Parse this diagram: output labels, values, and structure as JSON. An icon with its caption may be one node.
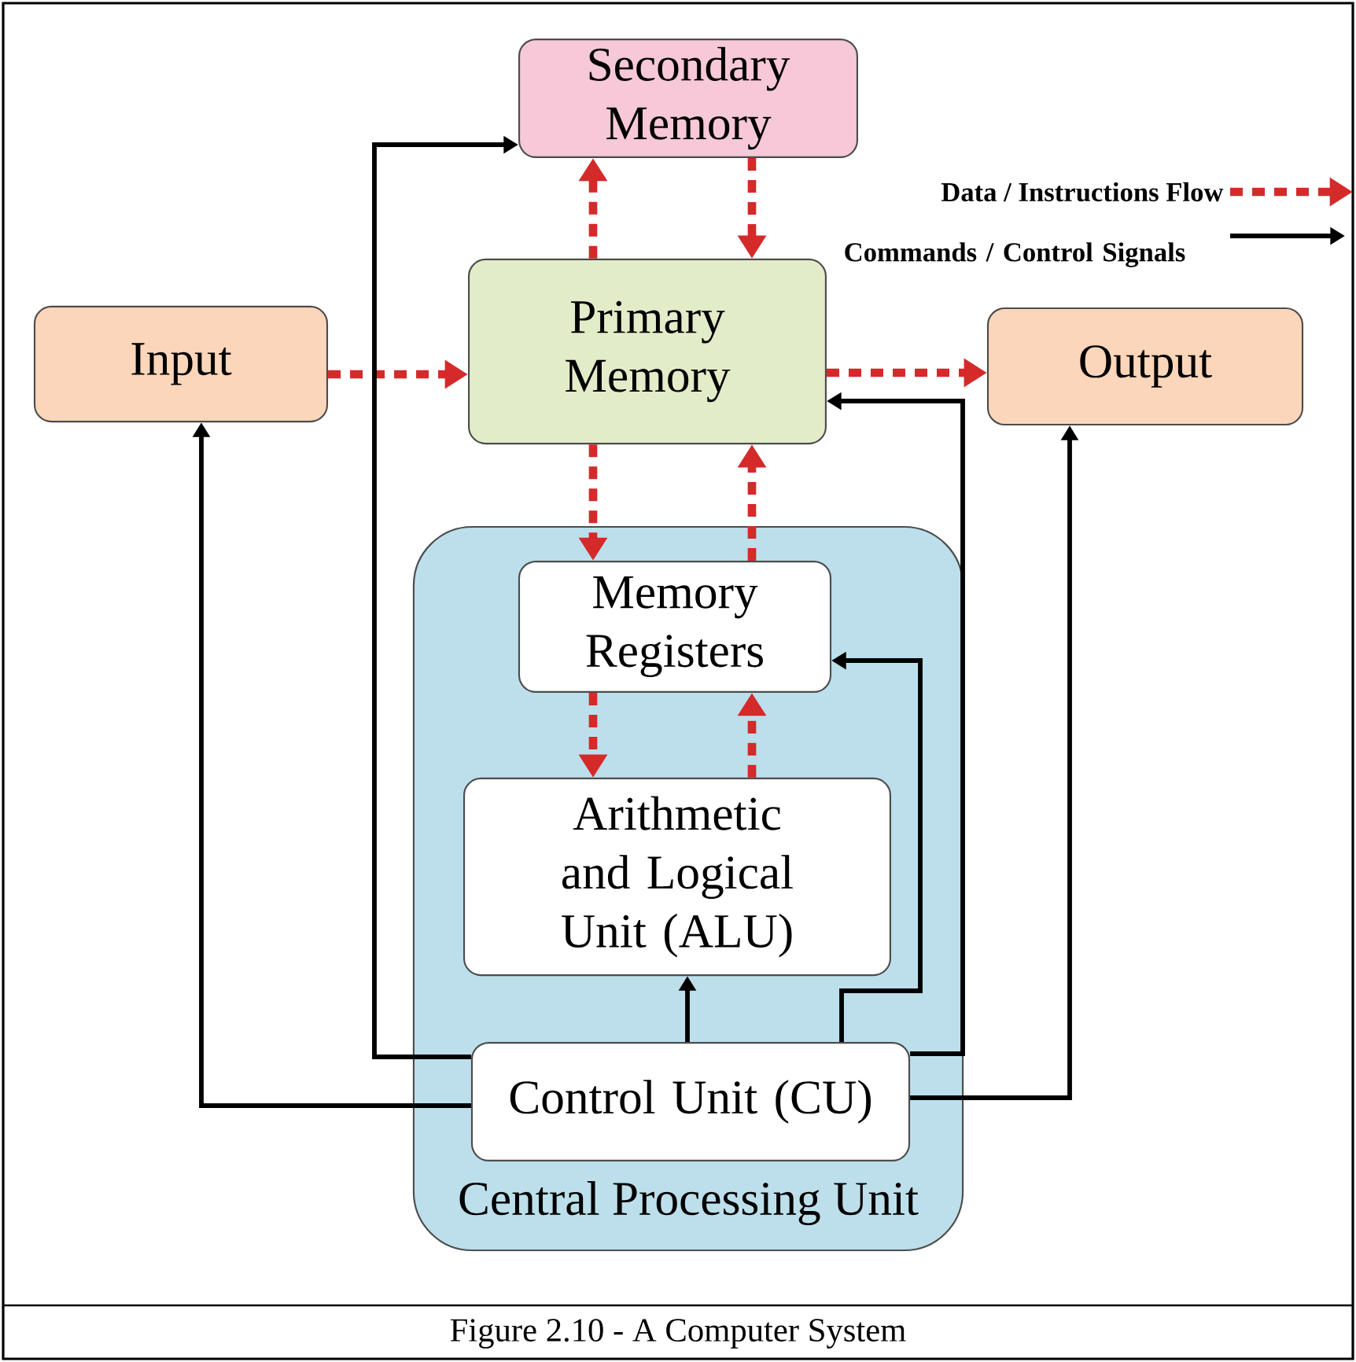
{
  "diagram": {
    "caption": "Figure 2.10 - A Computer System",
    "nodes": [
      {
        "text": [
          "Secondary Memory"
        ]
      },
      {
        "text": [
          "Input"
        ]
      },
      {
        "text": [
          "Primary Memory"
        ]
      },
      {
        "text": [
          "Output"
        ]
      },
      {
        "text": [
          "Central Processing Unit"
        ]
      },
      {
        "text": [
          "Memory Registers"
        ],
        "in": 4
      },
      {
        "text": [
          "Arithmetic and Logical Unit (ALU)"
        ],
        "in": 4
      },
      {
        "text": [
          "Control Unit (CU)"
        ],
        "in": 4
      }
    ],
    "edges": [
      {
        "from": 2,
        "to": 0,
        "arrow": "to",
        "style": "dashed",
        "color": "#d42a2a"
      },
      {
        "from": 0,
        "to": 2,
        "arrow": "to",
        "style": "dashed",
        "color": "#d42a2a"
      },
      {
        "from": 1,
        "to": 2,
        "arrow": "to",
        "style": "dashed",
        "color": "#d42a2a"
      },
      {
        "from": 2,
        "to": 3,
        "arrow": "to",
        "style": "dashed",
        "color": "#d42a2a"
      },
      {
        "from": 2,
        "to": 5,
        "arrow": "to",
        "style": "dashed",
        "color": "#d42a2a"
      },
      {
        "from": 5,
        "to": 2,
        "arrow": "to",
        "style": "dashed",
        "color": "#d42a2a"
      },
      {
        "from": 5,
        "to": 6,
        "arrow": "to",
        "style": "dashed",
        "color": "#d42a2a"
      },
      {
        "from": 6,
        "to": 5,
        "arrow": "to",
        "style": "dashed",
        "color": "#d42a2a"
      },
      {
        "from": 7,
        "to": 0,
        "arrow": "to",
        "color": "#000000"
      },
      {
        "from": 7,
        "to": 1,
        "arrow": "to",
        "color": "#000000"
      },
      {
        "from": 7,
        "to": 6,
        "arrow": "to",
        "color": "#000000"
      },
      {
        "from": 7,
        "to": 5,
        "arrow": "to",
        "color": "#000000"
      },
      {
        "from": 7,
        "to": 2,
        "arrow": "to",
        "color": "#000000"
      },
      {
        "from": 7,
        "to": 3,
        "arrow": "to",
        "color": "#000000"
      }
    ],
    "legend": [
      {
        "text": "Data / Instructions Flow"
      },
      {
        "text": "Commands / Control Signals"
      }
    ]
  }
}
